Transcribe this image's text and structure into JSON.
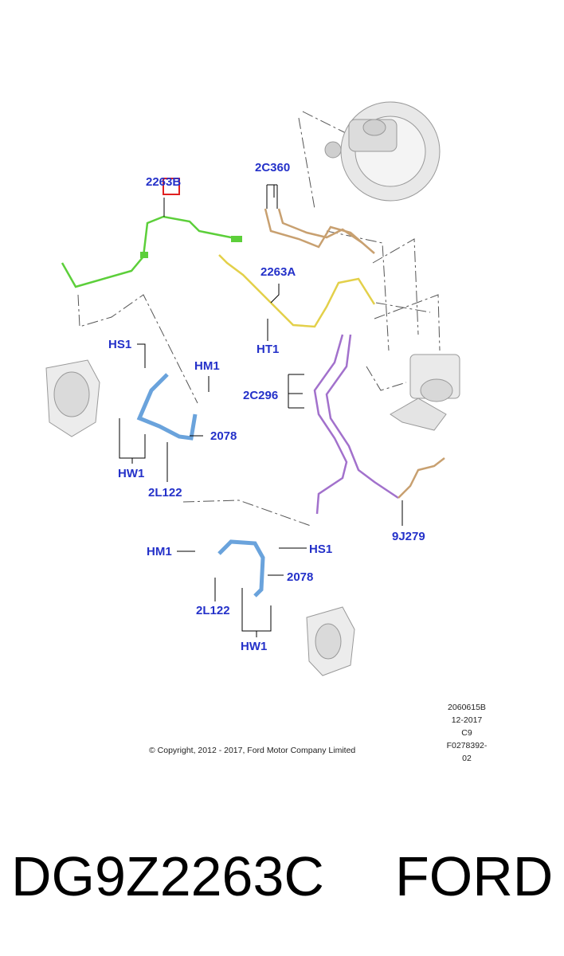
{
  "callouts": {
    "c2263B": "2263B",
    "c2C360": "2C360",
    "c2263A": "2263A",
    "cHT1": "HT1",
    "cHS1_top": "HS1",
    "cHM1_top": "HM1",
    "c2C296": "2C296",
    "c2078_top": "2078",
    "cHW1_top": "HW1",
    "c2L122_top": "2L122",
    "c9J279": "9J279",
    "cHM1_bot": "HM1",
    "cHS1_bot": "HS1",
    "c2078_bot": "2078",
    "c2L122_bot": "2L122",
    "cHW1_bot": "HW1"
  },
  "meta": {
    "line1": "2060615B",
    "line2": "12-2017",
    "line3": "C9",
    "line4": "F0278392-02"
  },
  "copyright": "© Copyright, 2012 - 2017, Ford Motor Company Limited",
  "footer": {
    "part_number": "DG9Z2263C",
    "brand": "FORD"
  },
  "colors": {
    "callout": "#2431c9",
    "line_green": "#5ccf3a",
    "line_yellow": "#e3d04a",
    "line_tan": "#c8a070",
    "line_purple": "#a271cc",
    "hose_blue": "#6aa3dc",
    "highlight": "#e02020"
  }
}
